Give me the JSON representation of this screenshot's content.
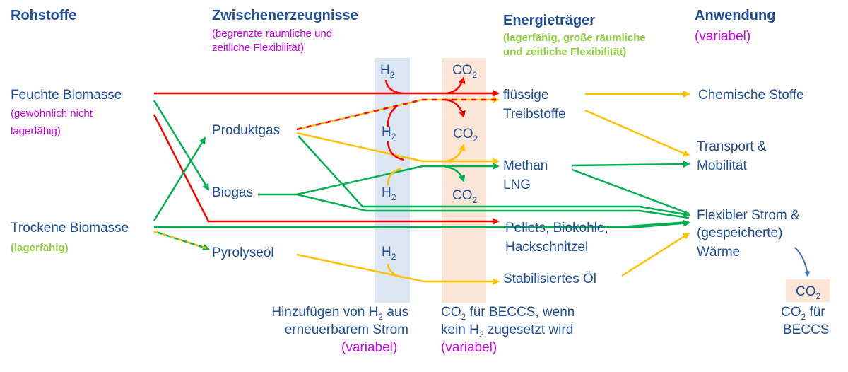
{
  "colors": {
    "red": "#ff0000",
    "yellow": "#ffc000",
    "green": "#00b050",
    "blue_text": "#1f4e9a",
    "magenta": "#cc00ee",
    "light_green": "#8fce3c",
    "h2_band": "#dce6f2",
    "co2_band": "#fbe5d6"
  },
  "headers": {
    "rohstoffe": "Rohstoffe",
    "zwischen": "Zwischenerzeugnisse",
    "zwischen_sub1": "(begrenzte räumliche und",
    "zwischen_sub2": "zeitliche Flexibilität)",
    "energie": "Energieträger",
    "energie_sub1": "(lagerfähig, große räumliche",
    "energie_sub2": "und zeitliche Flexibilität)",
    "anwendung": "Anwendung",
    "anwendung_sub": "(variabel)"
  },
  "raw": {
    "feucht": "Feuchte Biomasse",
    "feucht_sub1": "(gewöhnlich nicht",
    "feucht_sub2": "lagerfähig)",
    "trocken": "Trockene Biomasse",
    "trocken_sub": "(lagerfähig)"
  },
  "intermediate": {
    "produktgas": "Produktgas",
    "biogas": "Biogas",
    "pyrolyseoel": "Pyrolyseöl"
  },
  "carriers": {
    "fluessig1": "flüssige",
    "fluessig2": "Treibstoffe",
    "methan1": "Methan",
    "methan2": "LNG",
    "pellets1": "Pellets, Biokohle,",
    "pellets2": "Hackschnitzel",
    "oel": "Stabilisiertes Öl"
  },
  "applications": {
    "chem": "Chemische Stoffe",
    "transport1": "Transport &",
    "transport2": "Mobilität",
    "strom1": "Flexibler Strom &",
    "strom2": "(gespeicherte)",
    "strom3": "Wärme"
  },
  "chem": {
    "h2": "H",
    "co2": "CO",
    "sub": "2"
  },
  "footer": {
    "h2_line1a": "Hinzufügen von H",
    "h2_line1b": " aus",
    "h2_line2": "erneuerbarem Strom",
    "h2_line3": "(variabel)",
    "co2_line1b": " für BECCS, wenn",
    "co2_line2a": "kein H",
    "co2_line2b": " zugesetzt wird",
    "co2_line3": "(variabel)",
    "beccs1b": " für",
    "beccs2": "BECCS"
  }
}
